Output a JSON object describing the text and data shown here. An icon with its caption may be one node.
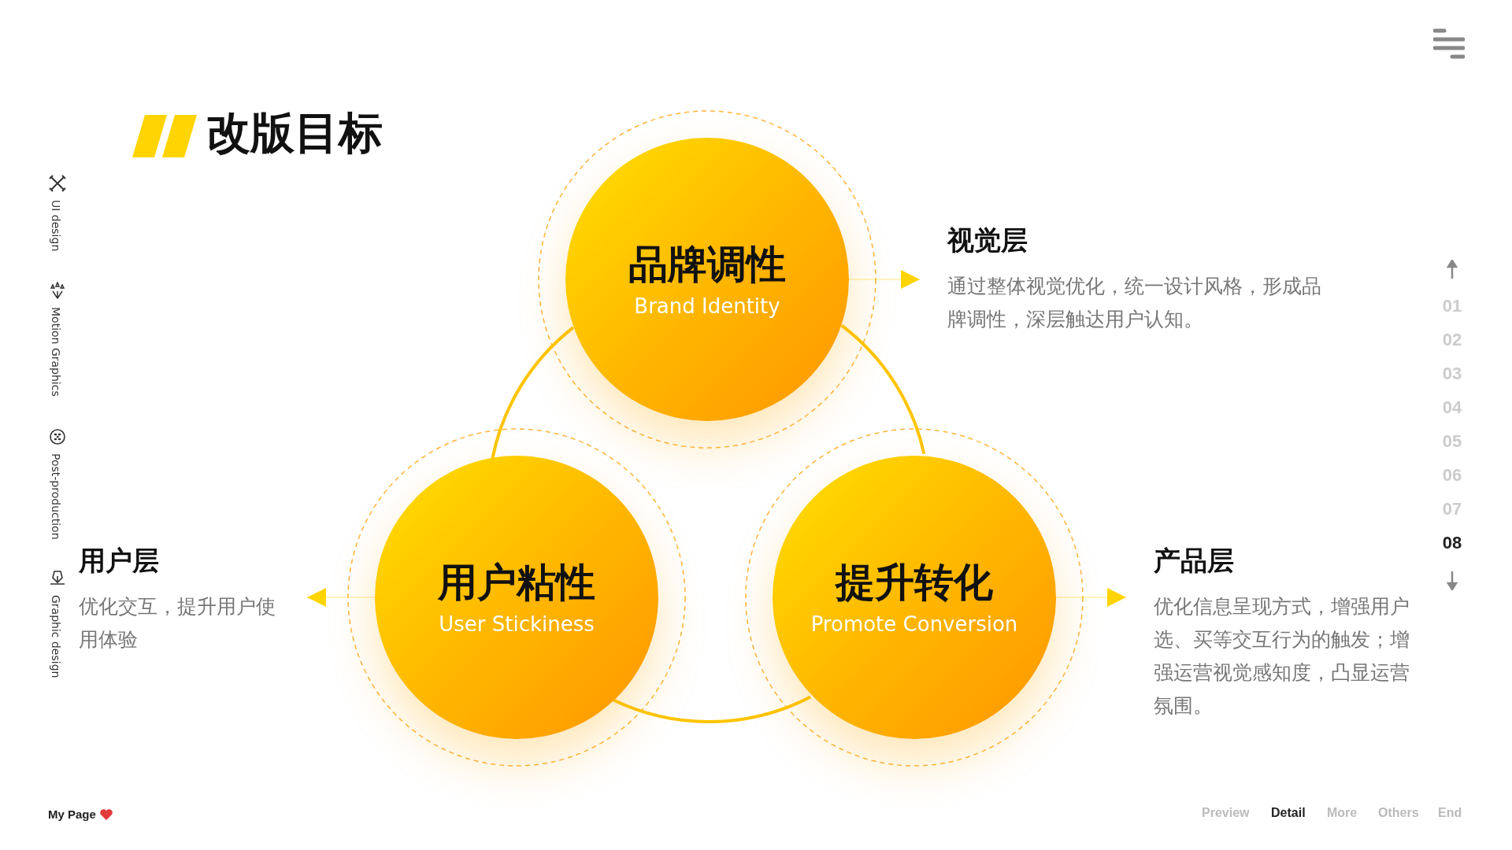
{
  "diagram": {
    "title": "改版目标",
    "nodes": [
      {
        "text": [
          "品牌调性",
          "Brand Identity"
        ]
      },
      {
        "text": [
          "用户粘性",
          "User Stickiness"
        ]
      },
      {
        "text": [
          "提升转化",
          "Promote Conversion"
        ]
      },
      {
        "text": [
          "视觉层",
          "通过整体视觉优化，统一设计风格，形成品牌调性，深层触达用户认知。"
        ]
      },
      {
        "text": [
          "用户层",
          "优化交互，提升用户使用体验"
        ]
      },
      {
        "text": [
          "产品层",
          "优化信息呈现方式，增强用户选、买等交互行为的触发；增强运营视觉感知度，凸显运营氛围。"
        ]
      }
    ],
    "edges": [
      {
        "from": 0,
        "to": 1,
        "arrow": "none"
      },
      {
        "from": 0,
        "to": 2,
        "arrow": "none"
      },
      {
        "from": 1,
        "to": 2,
        "arrow": "none"
      },
      {
        "from": 0,
        "to": 3,
        "arrow": "to"
      },
      {
        "from": 1,
        "to": 4,
        "arrow": "to"
      },
      {
        "from": 2,
        "to": 5,
        "arrow": "to"
      }
    ],
    "labels": [
      "UI design",
      "Motion Graphics",
      "Post-production",
      "Graphic design",
      "01",
      "02",
      "03",
      "04",
      "05",
      "06",
      "07",
      "08",
      "My Page",
      "Preview",
      "Detail",
      "More",
      "Others",
      "End"
    ]
  }
}
